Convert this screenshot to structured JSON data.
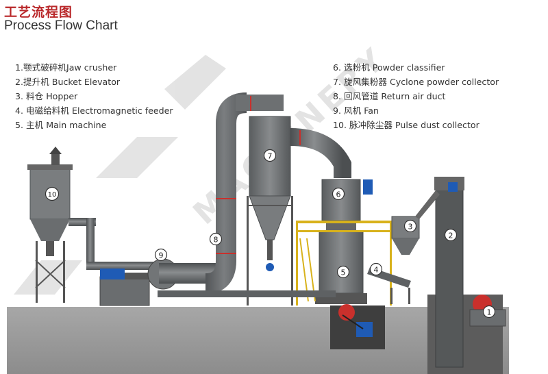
{
  "header": {
    "title_cn": "工艺流程图",
    "title_en": "Process Flow Chart"
  },
  "legend": {
    "left": [
      "1.颚式破碎机Jaw crusher",
      "2.提升机 Bucket Elevator",
      "3. 料仓 Hopper",
      "4. 电磁给料机 Electromagnetic feeder",
      "5. 主机 Main machine"
    ],
    "right": [
      "6. 选粉机 Powder classifier",
      "7. 旋风集粉器 Cyclone powder collector",
      "8. 回风管道 Return air duct",
      "9. 风机 Fan",
      "10. 脉冲除尘器 Pulse dust collector"
    ]
  },
  "badges": {
    "b1": "1",
    "b2": "2",
    "b3": "3",
    "b4": "4",
    "b5": "5",
    "b6": "6",
    "b7": "7",
    "b8": "8",
    "b9": "9",
    "b10": "10"
  },
  "watermark": {
    "text": "MACHINERY"
  },
  "colors": {
    "title_red": "#b9282a",
    "steel": "#6f7274",
    "steel_dark": "#4d5052",
    "ground": "#9a9a9a",
    "accent_red": "#c9302c",
    "motor_blue": "#1f5bb5",
    "railing_yellow": "#d8b21c"
  }
}
